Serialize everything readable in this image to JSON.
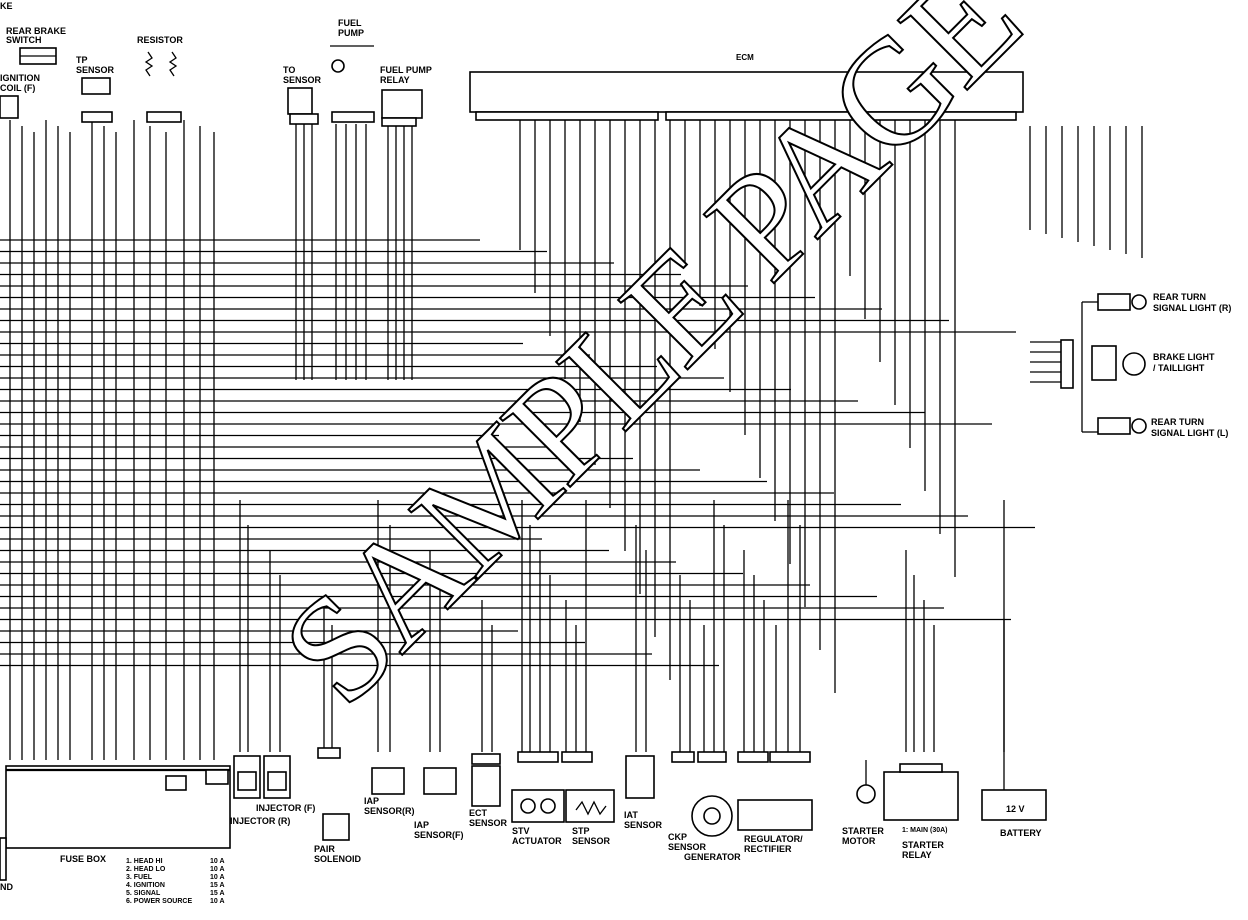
{
  "diagram": {
    "top_fragment": "KE",
    "ecm": "ECM",
    "rear_brake_switch": [
      "REAR BRAKE",
      "SWITCH"
    ],
    "ignition_coil": [
      "IGNITION",
      "COIL (F)"
    ],
    "tp_sensor": [
      "TP",
      "SENSOR"
    ],
    "resistor": "RESISTOR",
    "fuel_pump": [
      "FUEL",
      "PUMP"
    ],
    "td_sensor": [
      "TO",
      "SENSOR"
    ],
    "fuel_pump_relay": [
      "FUEL PUMP",
      "RELAY"
    ],
    "rear_turn_r": [
      "REAR TURN",
      "SIGNAL LIGHT (R)"
    ],
    "brake_light": [
      "BRAKE LIGHT",
      "/ TAILLIGHT"
    ],
    "rear_turn_l": [
      "REAR TURN",
      "SIGNAL LIGHT (L)"
    ],
    "fuse_box": "FUSE BOX",
    "fuse_list": [
      {
        "name": "1. HEAD HI",
        "amp": "10 A"
      },
      {
        "name": "2. HEAD LO",
        "amp": "10 A"
      },
      {
        "name": "3. FUEL",
        "amp": "10 A"
      },
      {
        "name": "4. IGNITION",
        "amp": "15 A"
      },
      {
        "name": "5. SIGNAL",
        "amp": "15 A"
      },
      {
        "name": "6. POWER SOURCE",
        "amp": "10 A"
      }
    ],
    "injector_r": "INJECTOR (R)",
    "injector_f": "INJECTOR (F)",
    "pair_solenoid": [
      "PAIR",
      "SOLENOID"
    ],
    "iap_sensor_r": [
      "IAP",
      "SENSOR(R)"
    ],
    "iap_sensor_f": [
      "IAP",
      "SENSOR(F)"
    ],
    "ect_sensor": [
      "ECT",
      "SENSOR"
    ],
    "stv_actuator": [
      "STV",
      "ACTUATOR"
    ],
    "stp_sensor": [
      "STP",
      "SENSOR"
    ],
    "iat_sensor": [
      "IAT",
      "SENSOR"
    ],
    "ckp_sensor": [
      "CKP",
      "SENSOR"
    ],
    "generator": "GENERATOR",
    "regulator": [
      "REGULATOR/",
      "RECTIFIER"
    ],
    "starter_motor": [
      "STARTER",
      "MOTOR"
    ],
    "starter_relay": [
      "STARTER",
      "RELAY"
    ],
    "main_fuse": "1: MAIN (30A)",
    "battery": "BATTERY",
    "battery_v": "12 V",
    "fragment_left": "ND",
    "watermark": "SAMPLE PAGE"
  }
}
